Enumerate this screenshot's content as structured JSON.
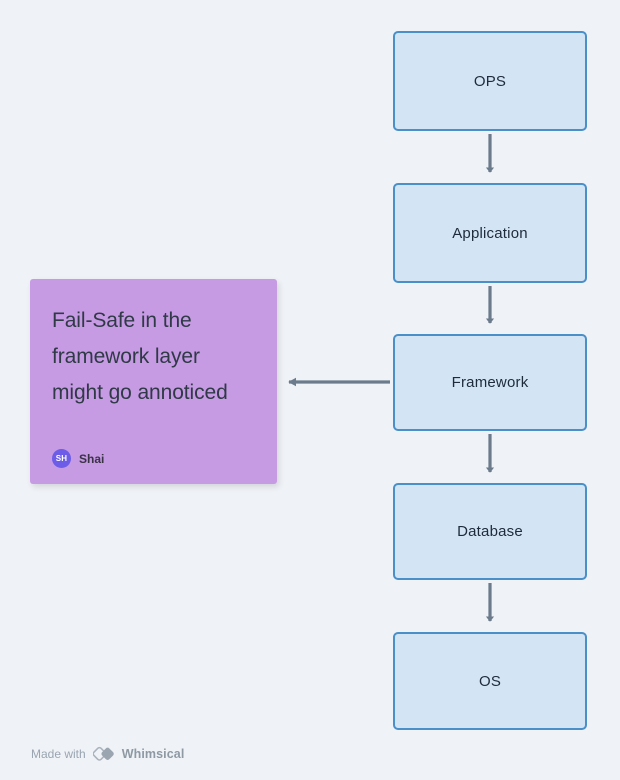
{
  "canvas": {
    "background_color": "#eff2f6"
  },
  "diagram": {
    "type": "flowchart",
    "node_style": {
      "fill": "#d3e4f5",
      "border": "#4a8fc7",
      "text_color": "#1e2b3b"
    },
    "connector_color": "#6b7b8c",
    "nodes": [
      {
        "id": "ops",
        "label": "OPS"
      },
      {
        "id": "app",
        "label": "Application"
      },
      {
        "id": "framework",
        "label": "Framework"
      },
      {
        "id": "database",
        "label": "Database"
      },
      {
        "id": "os",
        "label": "OS"
      }
    ],
    "edges": [
      {
        "from": "ops",
        "to": "app",
        "direction": "down"
      },
      {
        "from": "app",
        "to": "framework",
        "direction": "down"
      },
      {
        "from": "framework",
        "to": "database",
        "direction": "down"
      },
      {
        "from": "database",
        "to": "os",
        "direction": "down"
      },
      {
        "from": "framework",
        "to": "sticky",
        "direction": "left"
      }
    ]
  },
  "sticky": {
    "background_color": "#c79ae4",
    "text": "Fail-Safe in the framework layer might go annoticed",
    "author": {
      "initials": "SH",
      "name": "Shai",
      "avatar_color": "#6c5ce7"
    }
  },
  "footer": {
    "made_with": "Made with",
    "brand": "Whimsical",
    "logo_icon": "whimsical-logo-icon",
    "text_color": "#9aa5b1"
  }
}
